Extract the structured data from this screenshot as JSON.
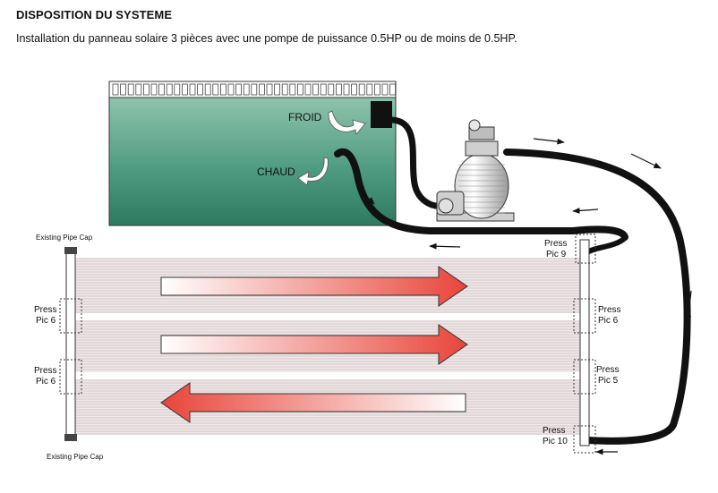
{
  "title": "DISPOSITION DU SYSTEME",
  "subtitle": "Installation du panneau solaire 3 pièces avec une pompe de puissance 0.5HP ou de moins de 0.5HP.",
  "pool": {
    "cold_label": "FROID",
    "hot_label": "CHAUD",
    "water_color": "#4f9c82"
  },
  "panel": {
    "top_cap_label": "Existing Pipe Cap",
    "bottom_cap_label": "Existing Pipe Cap",
    "left_fittings": [
      {
        "line1": "Press",
        "line2": "Pic 6"
      },
      {
        "line1": "Press",
        "line2": "Pic 6"
      }
    ],
    "right_fittings": [
      {
        "line1": "Press",
        "line2": "Pic 9"
      },
      {
        "line1": "Press",
        "line2": "Pic 6"
      },
      {
        "line1": "Press",
        "line2": "Pic 5"
      },
      {
        "line1": "Press",
        "line2": "Pic 10"
      }
    ],
    "flow_colors": {
      "start": "#ffffff",
      "end": "#e8453a"
    }
  }
}
